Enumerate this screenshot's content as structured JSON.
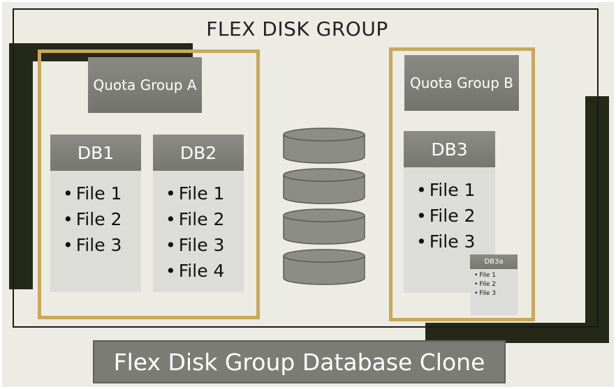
{
  "diagram": {
    "title": "FLEX DISK GROUP",
    "banner": "Flex Disk Group Database Clone",
    "quota_groups": [
      {
        "label": "Quota Group A",
        "databases": [
          {
            "name": "DB1",
            "files": [
              "File 1",
              "File 2",
              "File 3"
            ]
          },
          {
            "name": "DB2",
            "files": [
              "File 1",
              "File 2",
              "File 3",
              "File 4"
            ]
          }
        ]
      },
      {
        "label": "Quota Group B",
        "databases": [
          {
            "name": "DB3",
            "files": [
              "File 1",
              "File 2",
              "File 3"
            ],
            "clone": {
              "name": "DB3a",
              "files": [
                "File 1",
                "File 2",
                "File 3"
              ]
            }
          }
        ]
      }
    ],
    "disk_icon": "disk-stack-icon",
    "colors": {
      "background": "#ecebe4",
      "accent_gold": "#c9a85c",
      "dark_band": "#252918",
      "box_header": "#7c7c77",
      "box_body": "#dcdcd9"
    }
  }
}
